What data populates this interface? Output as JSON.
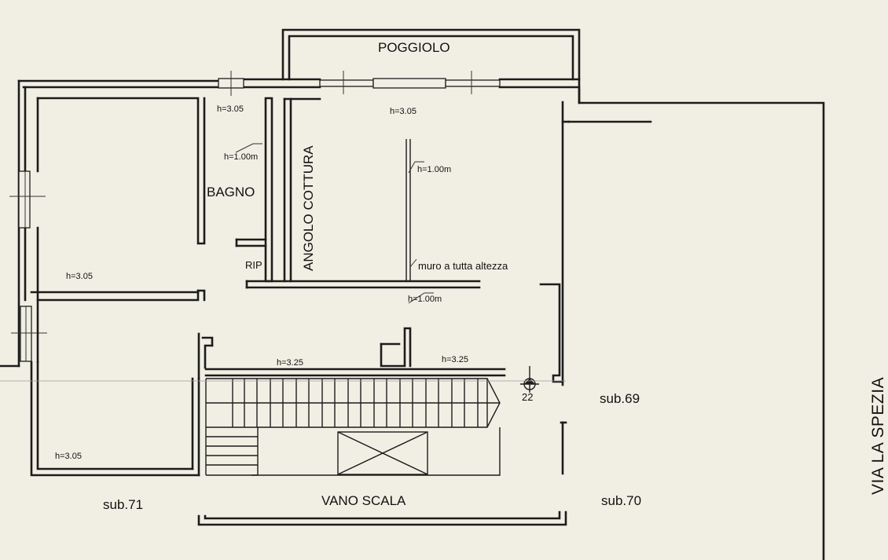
{
  "labels": {
    "poggiolo": "POGGIOLO",
    "bagno": "BAGNO",
    "angolo_cottura": "ANGOLO COTTURA",
    "rip": "RIP",
    "muro": "muro a tutta altezza",
    "vano_scala": "VANO SCALA",
    "via": "VIA LA SPEZIA",
    "sub69": "sub.69",
    "sub70": "sub.70",
    "sub71": "sub.71",
    "h305_bagno": "h=3.05",
    "h305_kitchen": "h=3.05",
    "h305_left": "h=3.05",
    "h305_bottom": "h=3.05",
    "h100_bagno": "h=1.00m",
    "h100_cottura": "h=1.00m",
    "h100_low": "h=1.00m",
    "h325_left": "h=3.25",
    "h325_right": "h=3.25",
    "level": "22"
  }
}
